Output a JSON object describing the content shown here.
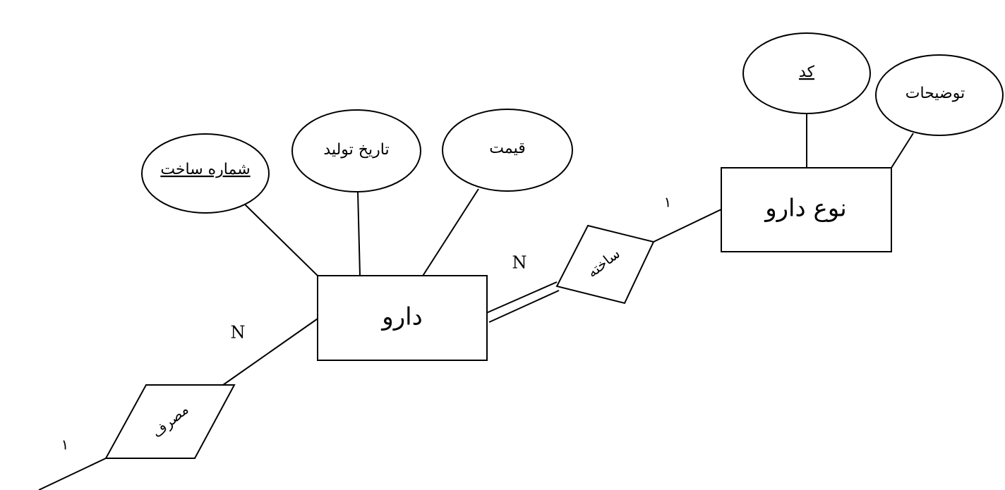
{
  "entities": {
    "drug": {
      "label": "دارو"
    },
    "drug_type": {
      "label": "نوع دارو"
    }
  },
  "attributes": {
    "serial_number": {
      "label": "شماره ساخت",
      "key": true
    },
    "production_date": {
      "label": "تاریخ تولید",
      "key": false
    },
    "price": {
      "label": "قیمت",
      "key": false
    },
    "code": {
      "label": "کد",
      "key": true
    },
    "description": {
      "label": "توضیحات",
      "key": false
    }
  },
  "relationships": {
    "made": {
      "label": "ساخته"
    },
    "consumption": {
      "label": "مصرف"
    }
  },
  "cardinalities": {
    "made_drug": "N",
    "made_drug_type": "١",
    "consumption_drug": "N",
    "consumption_other": "١"
  }
}
